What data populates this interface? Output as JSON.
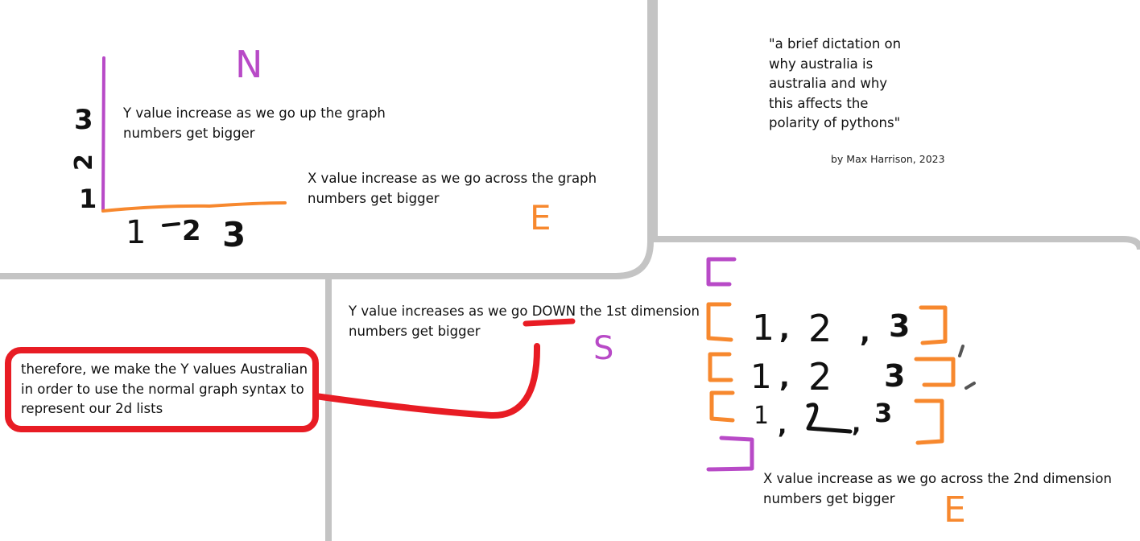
{
  "top_left": {
    "y_note": [
      "Y value increase as we go up the graph",
      "numbers get bigger"
    ],
    "x_note": [
      "X value increase as we go across the graph",
      "numbers get bigger"
    ],
    "y_ticks": [
      "3",
      "2",
      "1"
    ],
    "x_ticks": [
      "1",
      "2",
      "3"
    ],
    "compass_north": "N",
    "compass_east": "E"
  },
  "title_card": {
    "lines": [
      "\"a brief dictation on",
      "why australia is",
      "australia and why",
      "this affects the",
      "polarity of pythons\""
    ],
    "byline": "by Max Harrison, 2023"
  },
  "callout": {
    "lines": [
      "therefore, we make the Y values Australian",
      "in order to use the normal graph syntax to",
      "represent our 2d lists"
    ]
  },
  "middle": {
    "y_note_prefix": "Y value increases as we go ",
    "y_note_emphasis": "DOWN",
    "y_note_suffix": " the 1st dimension",
    "y_note_line2": "numbers get bigger",
    "compass_south": "S"
  },
  "right": {
    "rows": [
      [
        "1",
        ",",
        "2",
        ",",
        "3"
      ],
      [
        "1",
        ",",
        "2",
        "3"
      ],
      [
        "1",
        ",",
        "2",
        ",",
        "3"
      ]
    ],
    "x_note": [
      "X value increase as we go across the 2nd dimension",
      "numbers get bigger"
    ],
    "compass_east": "E"
  },
  "colors": {
    "purple": "#b84ac7",
    "orange": "#f7882e",
    "red": "#e81c24",
    "grey": "#c4c4c4",
    "ink": "#111111"
  }
}
